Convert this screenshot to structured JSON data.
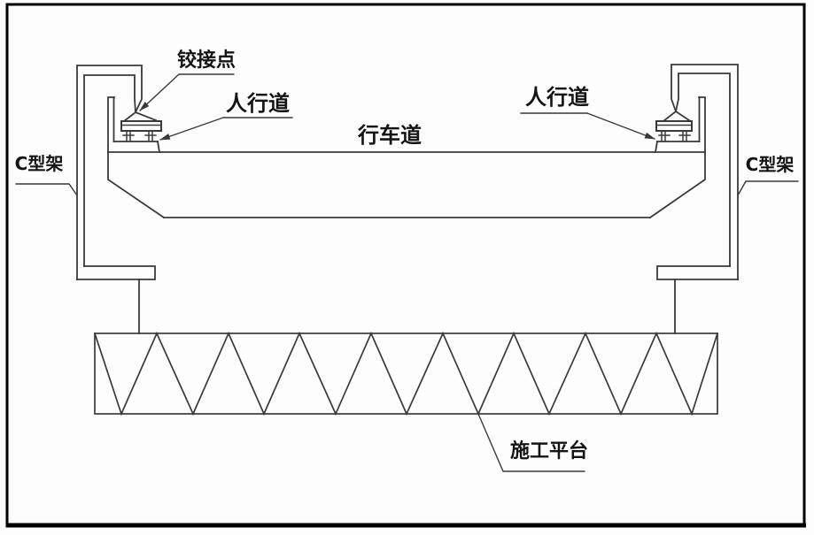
{
  "diagram": {
    "type": "engineering-cross-section",
    "description": "bridge deck with C-frames and construction platform truss",
    "labels": {
      "hinge_point": "铰接点",
      "sidewalk_left": "人行道",
      "sidewalk_right": "人行道",
      "roadway": "行车道",
      "c_frame_left": "C型架",
      "c_frame_right": "C型架",
      "construction_platform": "施工平台"
    },
    "colors": {
      "background": "#fdfdfd",
      "frame_border": "#000000",
      "line": "#3a3a3a",
      "text": "#141414"
    }
  }
}
